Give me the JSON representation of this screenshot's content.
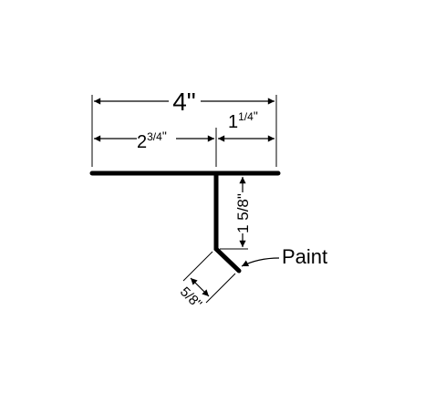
{
  "dimensions": {
    "overall_width": "4\"",
    "left_width_whole": "2",
    "left_width_frac": "3/4",
    "left_width_unit": "\"",
    "right_width_whole": "1",
    "right_width_frac": "1/4",
    "right_width_unit": "\"",
    "leg_height": "1 5/8\"",
    "hem_length": "5/8\""
  },
  "callout": {
    "label": "Paint"
  },
  "colors": {
    "line": "#000000",
    "background": "#ffffff"
  }
}
